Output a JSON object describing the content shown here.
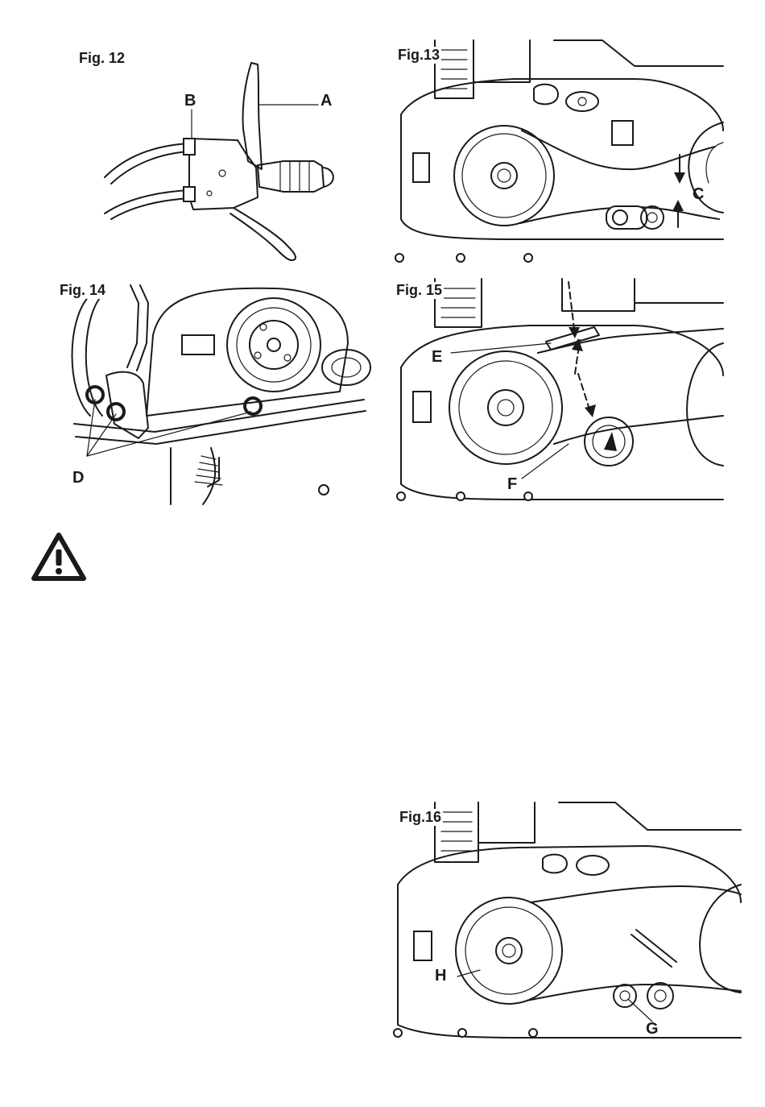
{
  "figures": {
    "fig12": {
      "title": "Fig. 12",
      "callouts": {
        "a": "A",
        "b": "B"
      }
    },
    "fig13": {
      "title": "Fig.13",
      "callouts": {
        "c": "C"
      }
    },
    "fig14": {
      "title": "Fig. 14",
      "callouts": {
        "d": "D"
      }
    },
    "fig15": {
      "title": "Fig. 15",
      "callouts": {
        "e": "E",
        "f": "F"
      }
    },
    "fig16": {
      "title": "Fig.16",
      "callouts": {
        "g": "G",
        "h": "H"
      }
    }
  },
  "warning": {
    "icon": "warning-triangle-icon"
  },
  "colors": {
    "ink": "#1a1a1a",
    "paper": "#ffffff"
  }
}
